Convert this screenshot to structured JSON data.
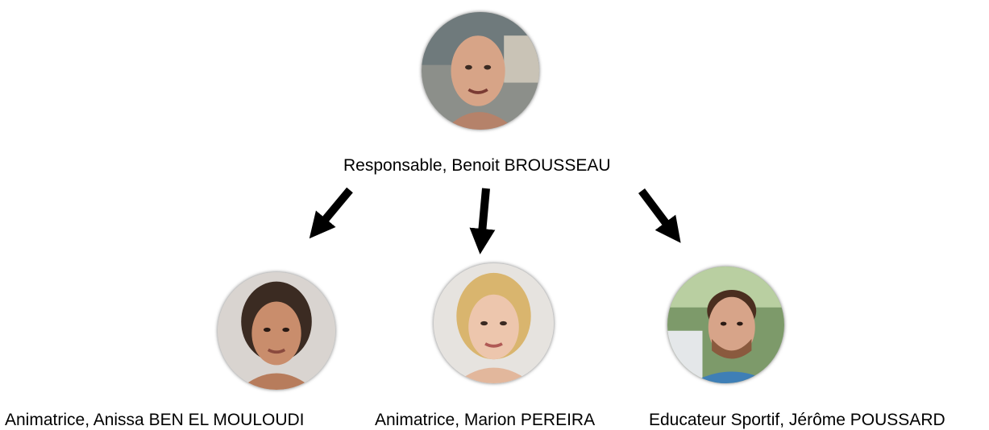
{
  "manager": {
    "caption": "Responsable, Benoit BROUSSEAU",
    "photo": "portrait-photo"
  },
  "staff": [
    {
      "caption": "Animatrice, Anissa BEN EL MOULOUDI",
      "photo": "portrait-photo"
    },
    {
      "caption": "Animatrice, Marion PEREIRA",
      "photo": "portrait-photo"
    },
    {
      "caption": "Educateur Sportif, Jérôme POUSSARD",
      "photo": "portrait-photo"
    }
  ],
  "arrow_color": "#000000"
}
